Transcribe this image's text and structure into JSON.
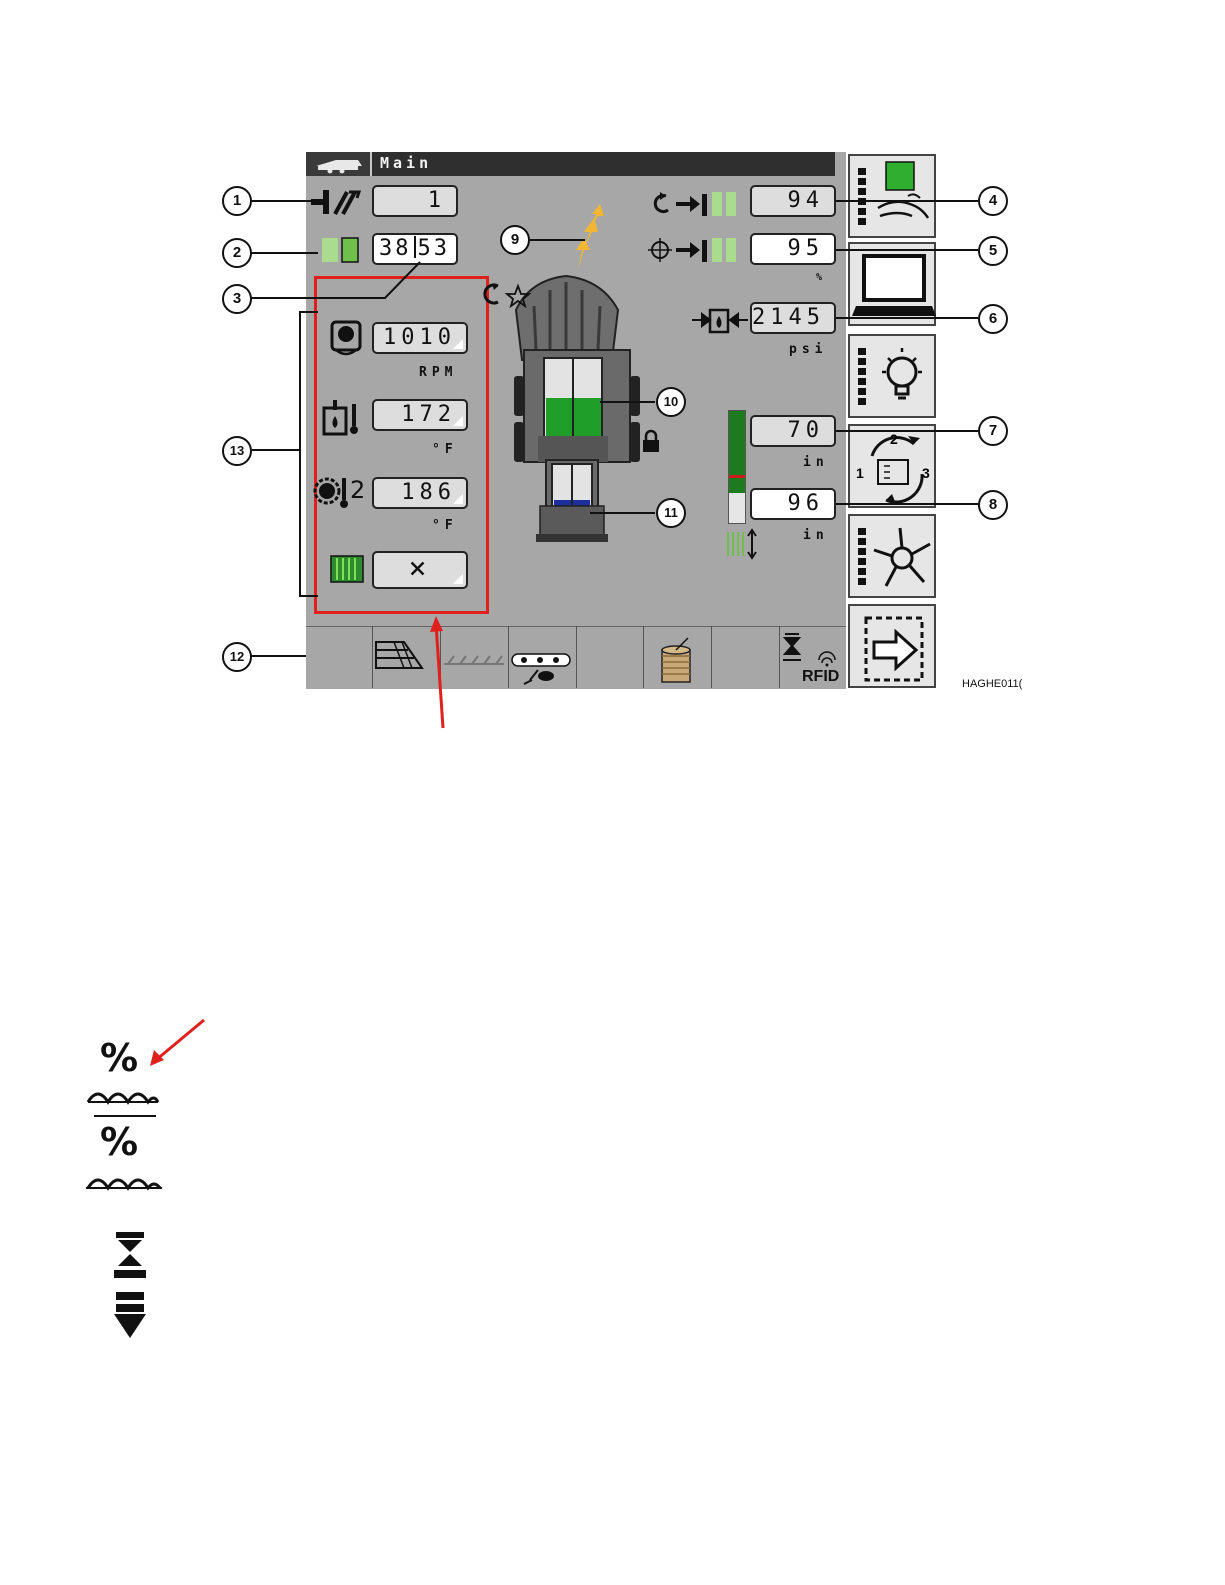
{
  "screen": {
    "title": "Main",
    "figure_code": "HAGHE011("
  },
  "fields": {
    "field_1": "1",
    "field_2_left": "38",
    "field_2_right": "53",
    "engine_rpm": "1010",
    "engine_rpm_unit": "RPM",
    "oil_temp": "172",
    "oil_temp_unit": "°F",
    "gearbox_temp": "186",
    "gearbox_temp_unit": "°F",
    "crop_status": "×",
    "field_4": "94",
    "field_5": "95",
    "field_5_unit": "%",
    "pressure": "2145",
    "pressure_unit": "psi",
    "length_7": "70",
    "length_7_unit": "in",
    "length_8": "96",
    "length_8_unit": "in",
    "gearbox_index": "2"
  },
  "callouts": [
    "1",
    "2",
    "3",
    "4",
    "5",
    "6",
    "7",
    "8",
    "9",
    "10",
    "11",
    "12",
    "13"
  ],
  "bottom_bar": {
    "rfid_label": "RFID"
  },
  "right_buttons": {
    "rotate_labels": [
      "1",
      "2",
      "3"
    ]
  },
  "legend": {
    "percent_symbol": "%",
    "percent_symbol_2": "%"
  },
  "colors": {
    "screen_bg": "#a7a7a7",
    "highlight_red": "#e0201c",
    "crop_green": "#7fcf5a",
    "fill_green": "#1f9e2a",
    "fill_blue": "#1d2f9a",
    "arrow_yellow": "#f2b632"
  }
}
